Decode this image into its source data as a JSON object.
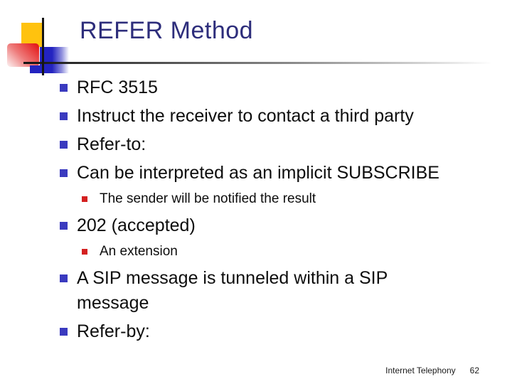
{
  "title": "REFER Method",
  "bullets": [
    {
      "level": 1,
      "text": "RFC 3515"
    },
    {
      "level": 1,
      "text": "Instruct the receiver to contact a third party"
    },
    {
      "level": 1,
      "text": "Refer-to:"
    },
    {
      "level": 1,
      "text": "Can be interpreted as an implicit SUBSCRIBE"
    },
    {
      "level": 2,
      "text": "The sender will be notified the result"
    },
    {
      "level": 1,
      "text": "202 (accepted)"
    },
    {
      "level": 2,
      "text": "An extension"
    },
    {
      "level": 1,
      "text": "A SIP message is tunneled within a SIP message"
    },
    {
      "level": 1,
      "text": "Refer-by:"
    }
  ],
  "footer": {
    "label": "Internet Telephony",
    "page_number": "62"
  },
  "colors": {
    "title_text": "#2d2d7b",
    "body_text": "#0d0d0d",
    "bullet_level1": "#3a3abf",
    "bullet_level2": "#d42020",
    "accent_yellow": "#ffc20e",
    "accent_blue": "#2323c0",
    "accent_red": "#e41e1e"
  }
}
